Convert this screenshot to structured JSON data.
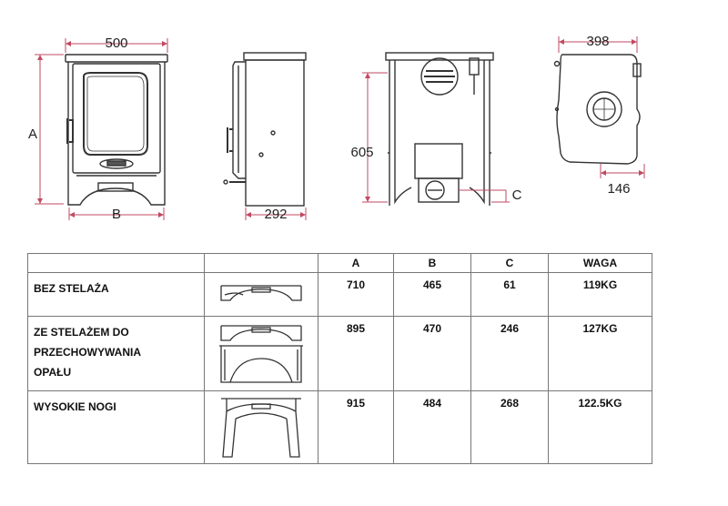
{
  "dimensions": {
    "front_width": "500",
    "front_height_letter": "A",
    "front_base_letter": "B",
    "side_depth": "292",
    "rear_height": "605",
    "rear_outlet_letter": "C",
    "top_width": "398",
    "top_flue_offset": "146"
  },
  "table": {
    "headers": [
      "",
      "",
      "A",
      "B",
      "C",
      "WAGA"
    ],
    "rows": [
      {
        "name": "BEZ STELAŻA",
        "name_lines": [
          "BEZ STELAŻA"
        ],
        "a": "710",
        "b": "465",
        "c": "61",
        "waga": "119KG",
        "icon": "stand-none-icon"
      },
      {
        "name": "ZE STELAŻEM DO PRZECHOWYWANIA OPAŁU",
        "name_lines": [
          "ZE STELAŻEM DO",
          "PRZECHOWYWANIA",
          "OPAŁU"
        ],
        "a": "895",
        "b": "470",
        "c": "246",
        "waga": "127KG",
        "icon": "stand-log-store-icon"
      },
      {
        "name": "WYSOKIE NOGI",
        "name_lines": [
          "WYSOKIE NOGI"
        ],
        "a": "915",
        "b": "484",
        "c": "268",
        "waga": "122.5KG",
        "icon": "stand-high-legs-icon"
      }
    ]
  }
}
